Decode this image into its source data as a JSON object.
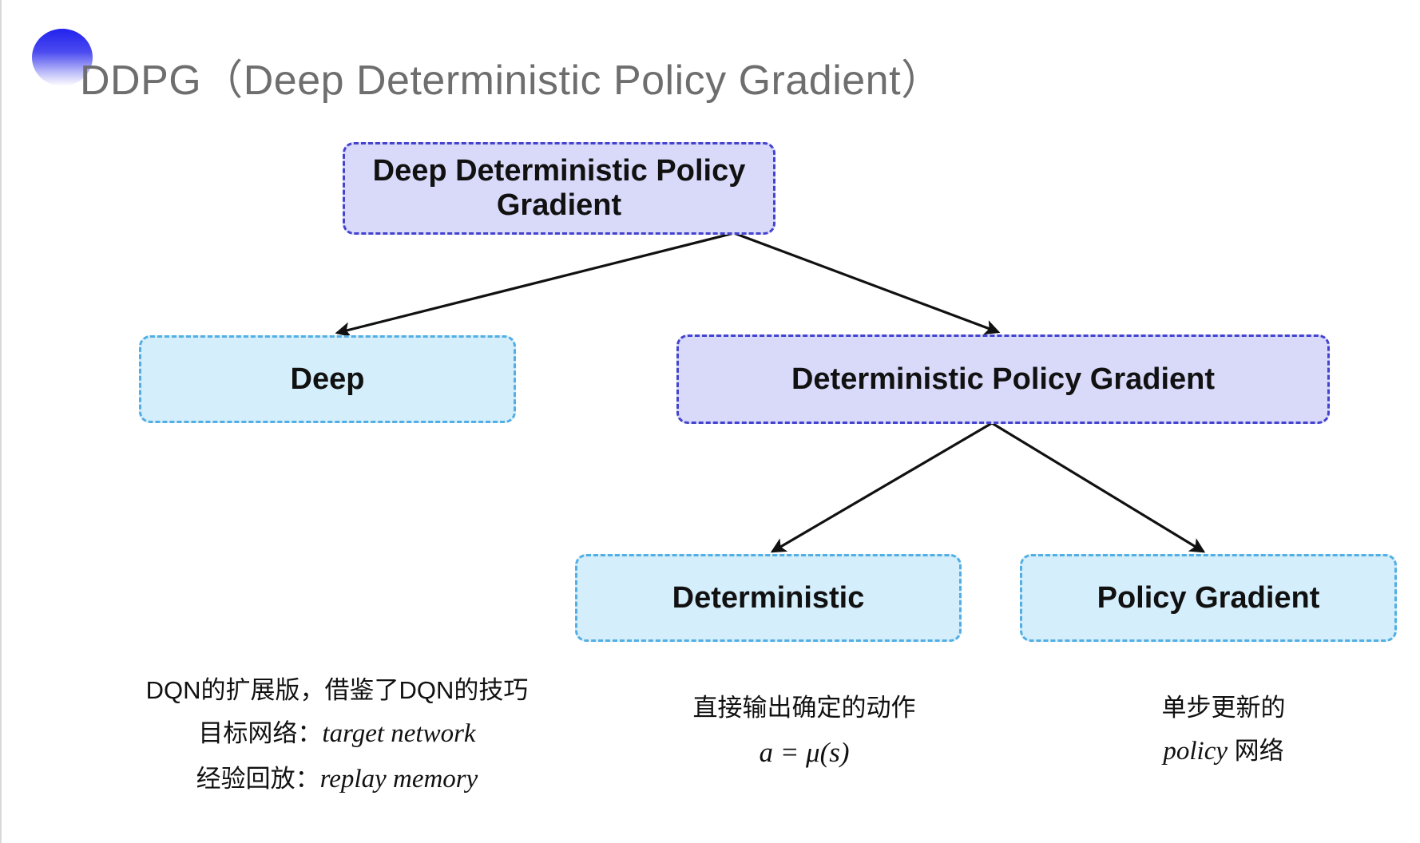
{
  "slide": {
    "title": "DDPG（Deep Deterministic Policy Gradient）",
    "background_color": "#ffffff",
    "bullet_icon": "gradient-half-circle-icon",
    "title_color": "#6e6e6e"
  },
  "colors": {
    "purple_fill": "#d9d9fa",
    "purple_border": "#4343cf",
    "blue_fill": "#d4eefb",
    "blue_border": "#53aee3",
    "arrow": "#111111",
    "text": "#111111"
  },
  "diagram": {
    "type": "tree",
    "nodes": [
      {
        "id": "root",
        "label": "Deep Deterministic Policy Gradient",
        "style": "purple"
      },
      {
        "id": "deep",
        "label": "Deep",
        "style": "blue"
      },
      {
        "id": "dpg",
        "label": "Deterministic Policy Gradient",
        "style": "purple"
      },
      {
        "id": "det",
        "label": "Deterministic",
        "style": "blue"
      },
      {
        "id": "pg",
        "label": "Policy Gradient",
        "style": "blue"
      }
    ],
    "edges": [
      {
        "from": "root",
        "to": "deep"
      },
      {
        "from": "root",
        "to": "dpg"
      },
      {
        "from": "dpg",
        "to": "det"
      },
      {
        "from": "dpg",
        "to": "pg"
      }
    ]
  },
  "captions": {
    "deep": {
      "line_1": "DQN的扩展版，借鉴了DQN的技巧",
      "line_2_label": "目标网络：",
      "line_2_term": "target network",
      "line_3_label": "经验回放：",
      "line_3_term": "replay memory"
    },
    "deterministic": {
      "line_1": "直接输出确定的动作",
      "formula": "a = μ(s)"
    },
    "policy_gradient": {
      "line_1": "单步更新的",
      "line_2_term": "policy",
      "line_2_suffix": " 网络"
    }
  }
}
